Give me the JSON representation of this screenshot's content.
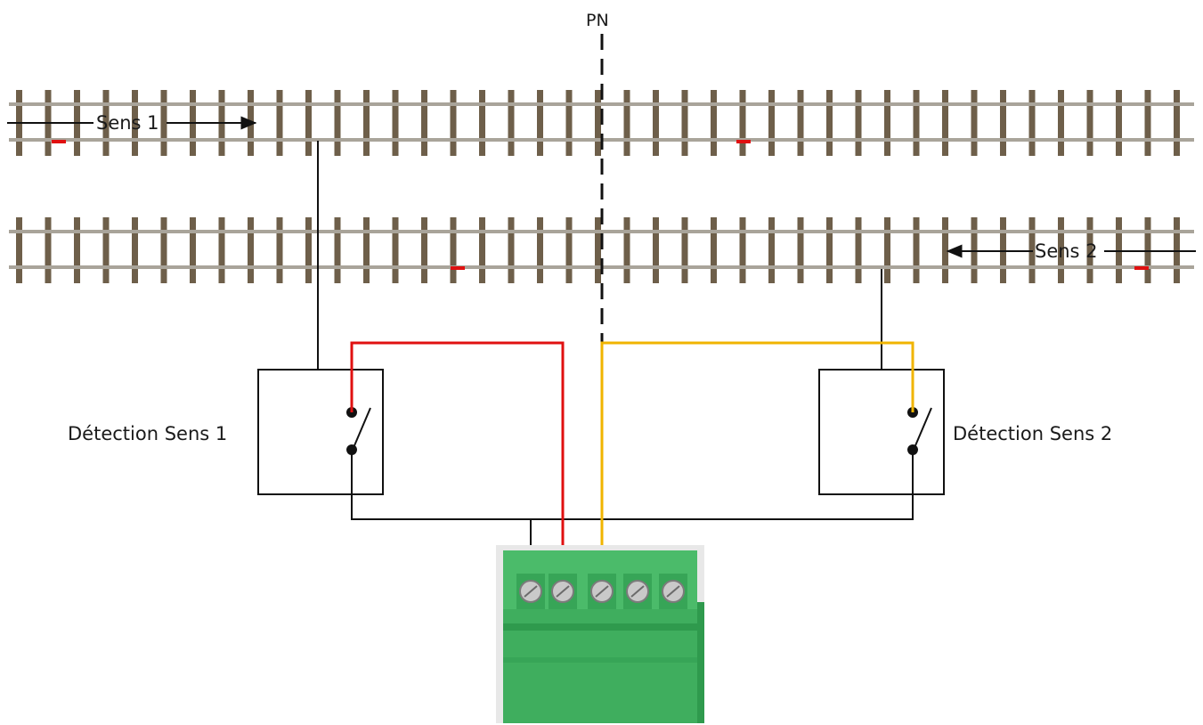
{
  "crossing_label": "PN",
  "track1": {
    "direction_label": "Sens 1",
    "direction": "right"
  },
  "track2": {
    "direction_label": "Sens 2",
    "direction": "left"
  },
  "detector1": {
    "label": "Détection Sens 1"
  },
  "detector2": {
    "label": "Détection Sens 2"
  },
  "colors": {
    "rail": "#a9a49a",
    "sleeper": "#6e5f4a",
    "wire_common": "#111111",
    "wire_sens1": "#e01010",
    "wire_sens2": "#f0b400",
    "marker": "#e01010",
    "terminal_block": "#3fae5e"
  }
}
